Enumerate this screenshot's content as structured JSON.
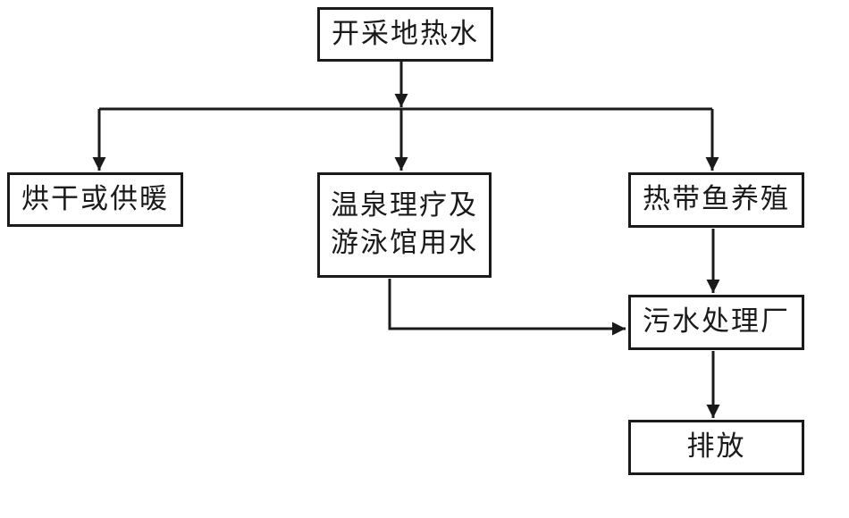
{
  "diagram": {
    "type": "flowchart",
    "colors": {
      "line": "#1a1a1a",
      "text": "#1a1a1a",
      "background": "#ffffff"
    },
    "nodes": {
      "source": {
        "label": "开采地热水"
      },
      "drying": {
        "label": "烘干或供暖"
      },
      "spa": {
        "line1": "温泉理疗及",
        "line2": "游泳馆用水"
      },
      "fish": {
        "label": "热带鱼养殖"
      },
      "sewage": {
        "label": "污水处理厂"
      },
      "discharge": {
        "label": "排放"
      }
    },
    "edges": [
      {
        "from": "source",
        "to": "drying"
      },
      {
        "from": "source",
        "to": "spa"
      },
      {
        "from": "source",
        "to": "fish"
      },
      {
        "from": "fish",
        "to": "sewage"
      },
      {
        "from": "spa",
        "to": "sewage"
      },
      {
        "from": "sewage",
        "to": "discharge"
      }
    ]
  }
}
